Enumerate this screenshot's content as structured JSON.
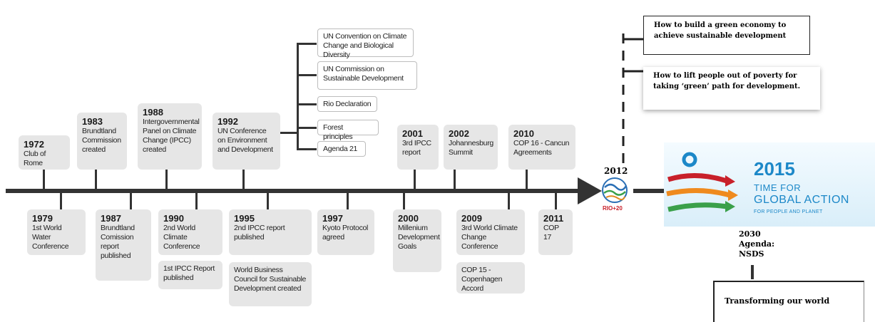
{
  "events_top": [
    {
      "year": "1972",
      "text": "Club of Rome"
    },
    {
      "year": "1983",
      "text": "Brundtland Commission created"
    },
    {
      "year": "1988",
      "text": "Intergovernmental Panel on Climate Change (IPCC) created"
    },
    {
      "year": "1992",
      "text": "UN Conference on Environment and Development"
    },
    {
      "year": "2001",
      "text": "3rd IPCC report"
    },
    {
      "year": "2002",
      "text": "Johannesburg Summit"
    },
    {
      "year": "2010",
      "text": "COP 16 - Cancun Agreements"
    }
  ],
  "events_bottom": [
    {
      "year": "1979",
      "text": "1st World Water Conference"
    },
    {
      "year": "1987",
      "text": "Brundtland Comission report published"
    },
    {
      "year": "1990",
      "text": "2nd World Climate Conference"
    },
    {
      "year": "1995",
      "text": "2nd IPCC report published"
    },
    {
      "year": "1997",
      "text": "Kyoto Protocol agreed"
    },
    {
      "year": "2000",
      "text": "Millenium Development Goals"
    },
    {
      "year": "2009",
      "text": "3rd World Climate Change Conference"
    },
    {
      "year": "2011",
      "text": "COP 17"
    }
  ],
  "extra_bottom": [
    {
      "text": "1st IPCC Report published"
    },
    {
      "text": "World Business Council for Sustainable Development created"
    },
    {
      "text": "COP 15 - Copenhagen Accord"
    }
  ],
  "branch_1992": [
    "UN Convention on Climate Change and Biological Diversity",
    "UN Commission on Sustainable Development",
    "Rio Declaration",
    "Forest principles",
    "Agenda 21"
  ],
  "rio": {
    "year": "2012",
    "logo_text": "RIO+20"
  },
  "rio_questions": [
    "How to build a green economy to achieve sustainable development",
    "How to lift people out of poverty for taking ‘green’ path for development."
  ],
  "banner": {
    "year": "2015",
    "line1": "TIME FOR",
    "line2": "GLOBAL ACTION",
    "line3": "FOR PEOPLE AND PLANET"
  },
  "agenda": {
    "line1": "2030",
    "line2": "Agenda:",
    "line3": "NSDS"
  },
  "transforming": "Transforming our world",
  "colors": {
    "axis": "#333333",
    "box": "#e6e6e6",
    "banner_blue": "#1c88c8",
    "rio_red": "#c8202a",
    "rio_blue": "#2a6fb5"
  }
}
